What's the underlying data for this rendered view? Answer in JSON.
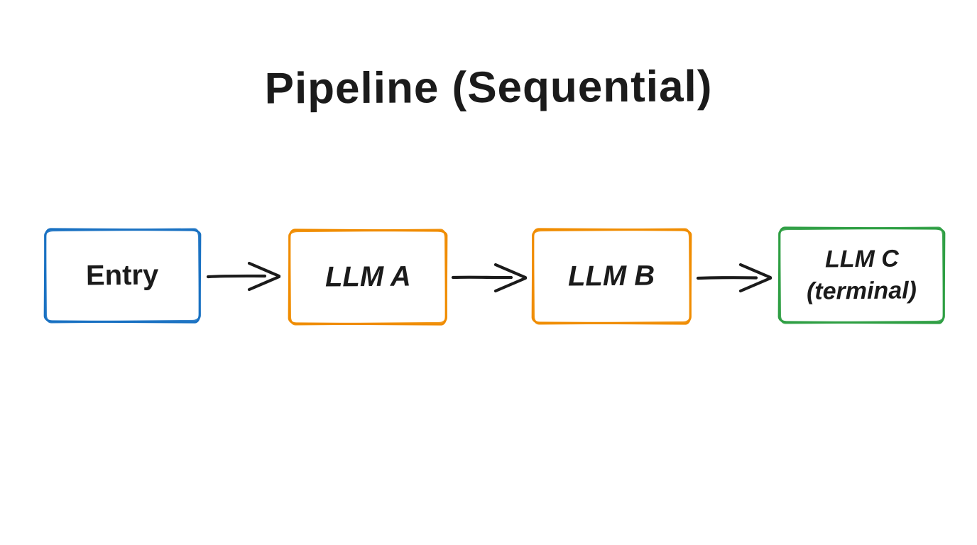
{
  "title": "Pipeline (Sequential)",
  "diagram": {
    "type": "flowchart",
    "direction": "left-to-right",
    "nodes": [
      {
        "id": "entry",
        "label": "Entry",
        "border_color": "#1971c2"
      },
      {
        "id": "llm-a",
        "label": "LLM A",
        "border_color": "#f08c00"
      },
      {
        "id": "llm-b",
        "label": "LLM B",
        "border_color": "#f08c00"
      },
      {
        "id": "llm-c",
        "label": "LLM C",
        "sublabel": "(terminal)",
        "border_color": "#2f9e44"
      }
    ],
    "edges": [
      {
        "from": "entry",
        "to": "llm-a"
      },
      {
        "from": "llm-a",
        "to": "llm-b"
      },
      {
        "from": "llm-b",
        "to": "llm-c"
      }
    ]
  },
  "colors": {
    "background": "#ffffff",
    "ink": "#1b1b1b",
    "entry_blue": "#1971c2",
    "llm_orange": "#f08c00",
    "terminal_green": "#2f9e44"
  }
}
